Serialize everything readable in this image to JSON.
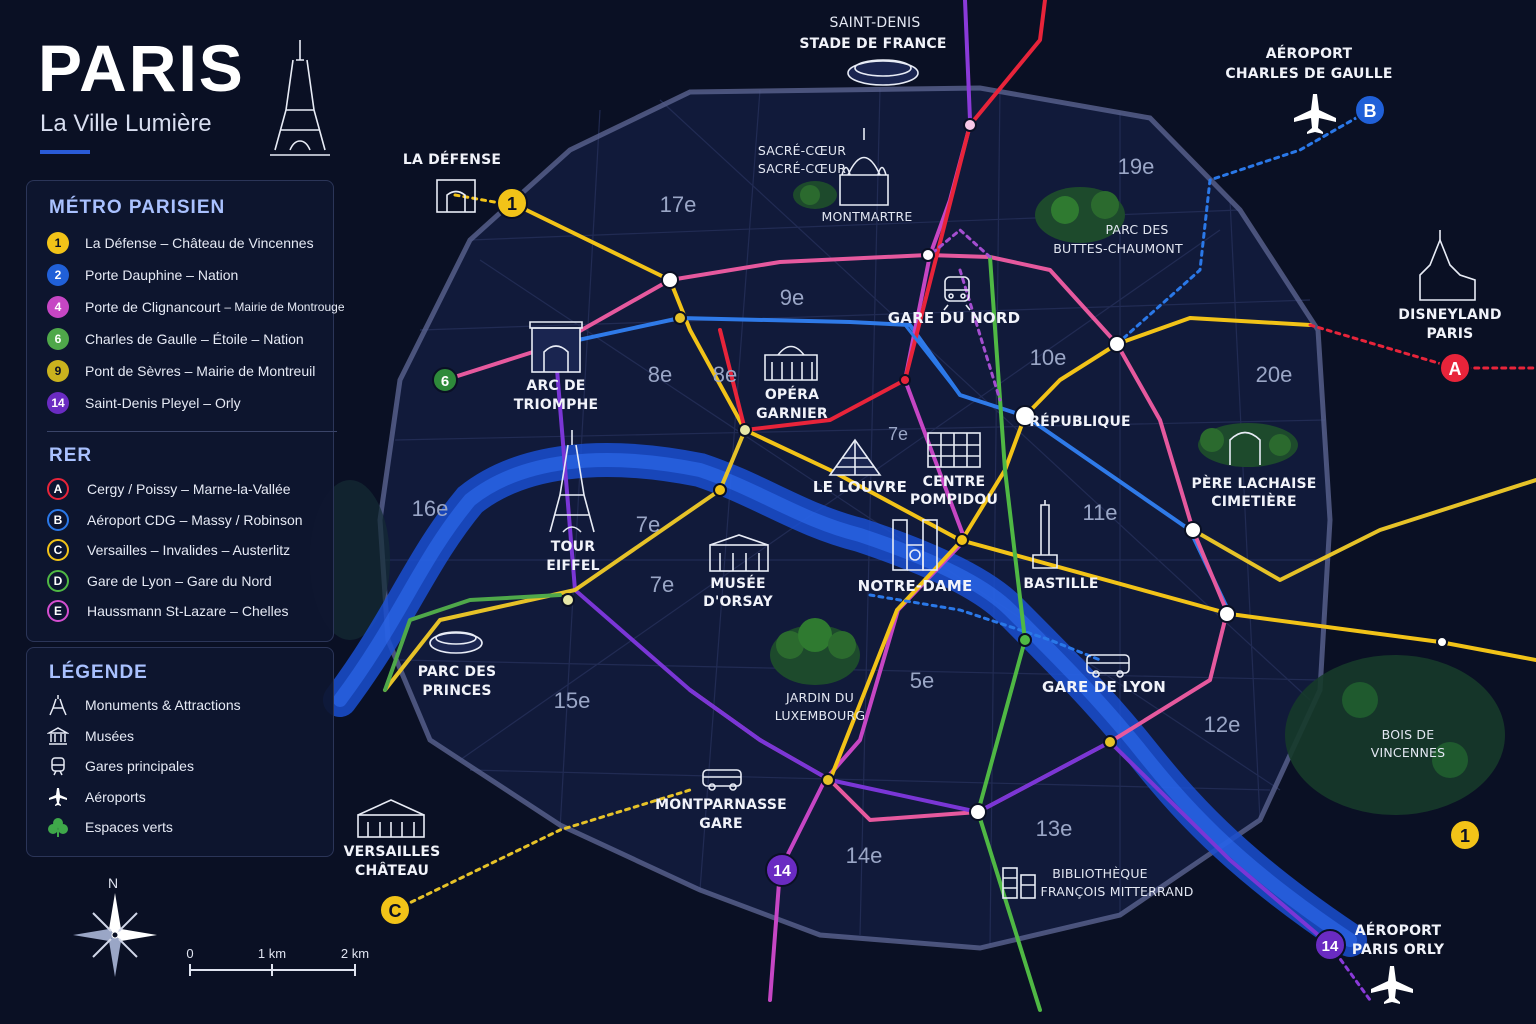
{
  "header": {
    "title": "PARIS",
    "subtitle": "La Ville Lumière"
  },
  "metro_panel": {
    "title": "MÉTRO PARISIEN",
    "lines": [
      {
        "num": "1",
        "color": "#f2c318",
        "text_color": "#0a1024",
        "label": "La Défense – Château de Vincennes"
      },
      {
        "num": "2",
        "color": "#2060d8",
        "text_color": "#ffffff",
        "label": "Porte Dauphine – Nation"
      },
      {
        "num": "4",
        "color": "#c646c4",
        "text_color": "#ffffff",
        "label": "Porte de Clignancourt",
        "label_small": "– Mairie de Montrouge"
      },
      {
        "num": "6",
        "color": "#4fa84a",
        "text_color": "#ffffff",
        "label": "Charles de Gaulle – Étoile – Nation"
      },
      {
        "num": "9",
        "color": "#c9b21e",
        "text_color": "#0a1024",
        "label": "Pont de Sèvres – Mairie de Montreuil"
      },
      {
        "num": "14",
        "color": "#6a2bc2",
        "text_color": "#ffffff",
        "label": "Saint-Denis Pleyel – Orly"
      }
    ],
    "rer_title": "RER",
    "rer": [
      {
        "letter": "A",
        "color": "#e8243a",
        "label": "Cergy / Poissy – Marne-la-Vallée"
      },
      {
        "letter": "B",
        "color": "#2a78e8",
        "label": "Aéroport CDG – Massy / Robinson"
      },
      {
        "letter": "C",
        "color": "#f2c318",
        "label": "Versailles – Invalides – Austerlitz"
      },
      {
        "letter": "D",
        "color": "#4fb844",
        "label": "Gare de Lyon – Gare du Nord"
      },
      {
        "letter": "E",
        "color": "#d44ed0",
        "label": "Haussmann St-Lazare – Chelles"
      }
    ]
  },
  "legend_panel": {
    "title": "LÉGENDE",
    "items": [
      {
        "icon": "eiffel-tower-icon",
        "label": "Monuments & Attractions"
      },
      {
        "icon": "museum-icon",
        "label": "Musées"
      },
      {
        "icon": "train-icon",
        "label": "Gares principales"
      },
      {
        "icon": "airplane-icon",
        "label": "Aéroports"
      },
      {
        "icon": "tree-icon",
        "label": "Espaces verts"
      }
    ]
  },
  "compass": {
    "north": "N"
  },
  "scale_bar": {
    "labels": [
      "0",
      "1 km",
      "2 km"
    ]
  },
  "places": {
    "stade_city": "SAINT-DENIS",
    "stade": "STADE DE FRANCE",
    "cdg_1": "AÉROPORT",
    "cdg_2": "CHARLES DE GAULLE",
    "la_defense": "LA DÉFENSE",
    "sacre_coeur_1": "SACRÉ-CŒUR",
    "sacre_coeur_2": "SACRÉ-CŒUR",
    "montmartre": "MONTMARTRE",
    "buttes_1": "PARC DES",
    "buttes_2": "BUTTES-CHAUMONT",
    "disneyland_1": "DISNEYLAND",
    "disneyland_2": "PARIS",
    "gare_du_nord": "GARE DU NORD",
    "arc_1": "ARC DE",
    "arc_2": "TRIOMPHE",
    "opera_1": "OPÉRA",
    "opera_2": "GARNIER",
    "republique": "RÉPUBLIQUE",
    "louvre": "LE LOUVRE",
    "pompidou_1": "CENTRE",
    "pompidou_2": "POMPIDOU",
    "pere_lachaise_1": "PÈRE LACHAISE",
    "pere_lachaise_2": "CIMETIÈRE",
    "tour_1": "TOUR",
    "tour_2": "EIFFEL",
    "orsay_1": "MUSÉE",
    "orsay_2": "D'ORSAY",
    "notre_dame": "NOTRE-DAME",
    "bastille": "BASTILLE",
    "parc_princes_1": "PARC DES",
    "parc_princes_2": "PRINCES",
    "luxembourg_1": "JARDIN DU",
    "luxembourg_2": "LUXEMBOURG",
    "gare_de_lyon": "GARE DE LYON",
    "vincennes_1": "BOIS DE",
    "vincennes_2": "VINCENNES",
    "montparnasse_1": "MONTPARNASSE",
    "montparnasse_2": "GARE",
    "versailles_1": "VERSAILLES",
    "versailles_2": "CHÂTEAU",
    "bnf_1": "BIBLIOTHÈQUE",
    "bnf_2": "FRANÇOIS MITTERRAND",
    "orly_1": "AÉROPORT",
    "orly_2": "PARIS ORLY"
  },
  "arrondissements": [
    "17e",
    "19e",
    "9e",
    "8e",
    "8e",
    "10e",
    "20e",
    "7e",
    "16e",
    "7e",
    "7e",
    "11e",
    "5e",
    "15e",
    "12e",
    "13e",
    "14e"
  ],
  "line_markers": {
    "m1_west": "1",
    "m6": "6",
    "rer_b": "B",
    "rer_a": "A",
    "m1_east": "1",
    "rer_c": "C",
    "m14_south": "14",
    "m14_orly": "14"
  },
  "colors": {
    "background": "#0a1024",
    "seine": "#1a4fd0",
    "metro_1": "#f2c318",
    "metro_2": "#2f7ae8",
    "metro_4": "#c646c4",
    "metro_6": "#4fa84a",
    "metro_9": "#c9b21e",
    "metro_14": "#7a36d6",
    "rer_a": "#e8243a",
    "rer_b": "#2a78e8",
    "rer_c": "#f2c318",
    "rer_d": "#4fb844",
    "rer_e": "#d44ed0"
  }
}
